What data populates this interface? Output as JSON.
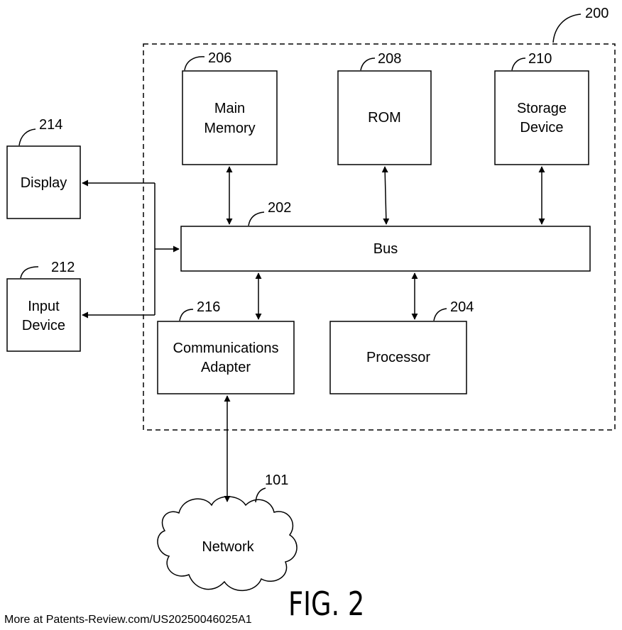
{
  "diagram": {
    "system_ref": "200",
    "blocks": {
      "main_memory": {
        "lines": [
          "Main",
          "Memory"
        ],
        "ref": "206"
      },
      "rom": {
        "lines": [
          "ROM"
        ],
        "ref": "208"
      },
      "storage_device": {
        "lines": [
          "Storage",
          "Device"
        ],
        "ref": "210"
      },
      "bus": {
        "lines": [
          "Bus"
        ],
        "ref": "202"
      },
      "display": {
        "lines": [
          "Display"
        ],
        "ref": "214"
      },
      "input_device": {
        "lines": [
          "Input",
          "Device"
        ],
        "ref": "212"
      },
      "communications_adapter": {
        "lines": [
          "Communications",
          "Adapter"
        ],
        "ref": "216"
      },
      "processor": {
        "lines": [
          "Processor"
        ],
        "ref": "204"
      },
      "network": {
        "lines": [
          "Network"
        ],
        "ref": "101"
      }
    },
    "figure_label": "FIG. 2"
  },
  "footer": {
    "source_text": "More at Patents-Review.com/US20250046025A1"
  }
}
